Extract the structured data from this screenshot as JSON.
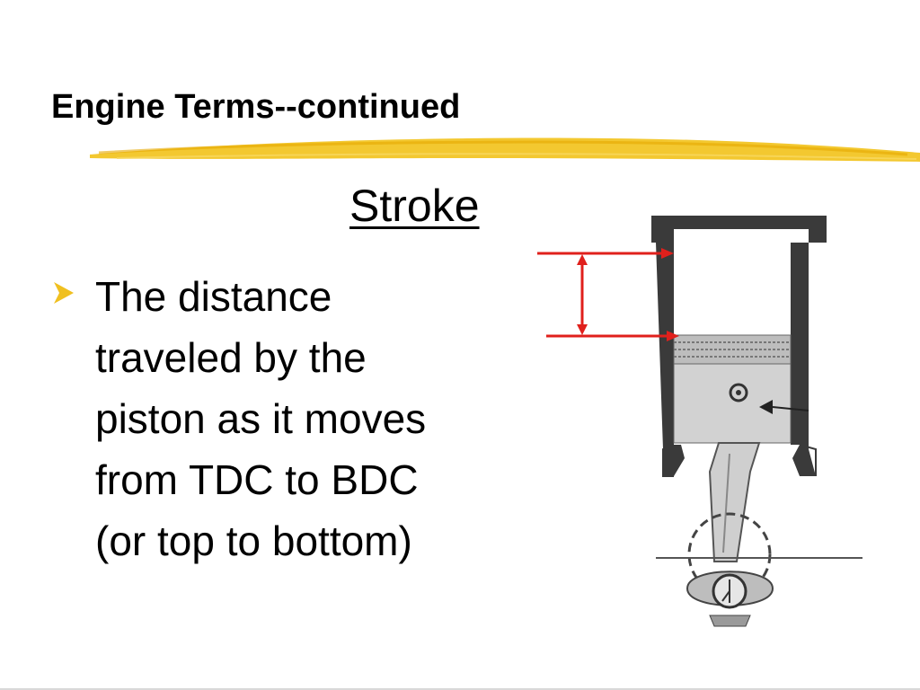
{
  "slide": {
    "title": "Engine Terms--continued",
    "subheading": "Stroke",
    "bullet": {
      "lines": [
        "The distance",
        "traveled by the",
        "piston as it moves",
        "from TDC to BDC",
        "(or top to bottom)"
      ]
    }
  },
  "colors": {
    "accent_stroke": "#f2c21a",
    "bullet_marker": "#f0c020",
    "arrow": "#e0201c",
    "cylinder_wall": "#333333",
    "piston_fill": "#cfcfcf"
  },
  "icons": {
    "bullet": "right-pointing-triangle",
    "diagram": "piston-cylinder-cross-section"
  }
}
